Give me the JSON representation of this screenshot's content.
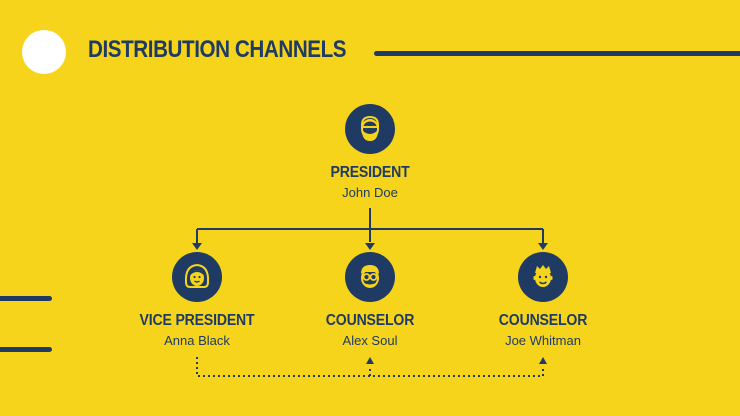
{
  "slide": {
    "title": "DISTRIBUTION CHANNELS"
  },
  "colors": {
    "background": "#f6d41c",
    "primary": "#1f3b63",
    "accent_circle": "#ffffff",
    "face": "#f6d41c"
  },
  "org_chart": {
    "president": {
      "role": "PRESIDENT",
      "name": "John Doe",
      "icon": "bearded-man-avatar-icon"
    },
    "members": [
      {
        "role": "VICE PRESIDENT",
        "name": "Anna Black",
        "icon": "woman-avatar-icon"
      },
      {
        "role": "COUNSELOR",
        "name": "Alex Soul",
        "icon": "man-with-glasses-avatar-icon"
      },
      {
        "role": "COUNSELOR",
        "name": "Joe Whitman",
        "icon": "man-avatar-icon"
      }
    ]
  }
}
